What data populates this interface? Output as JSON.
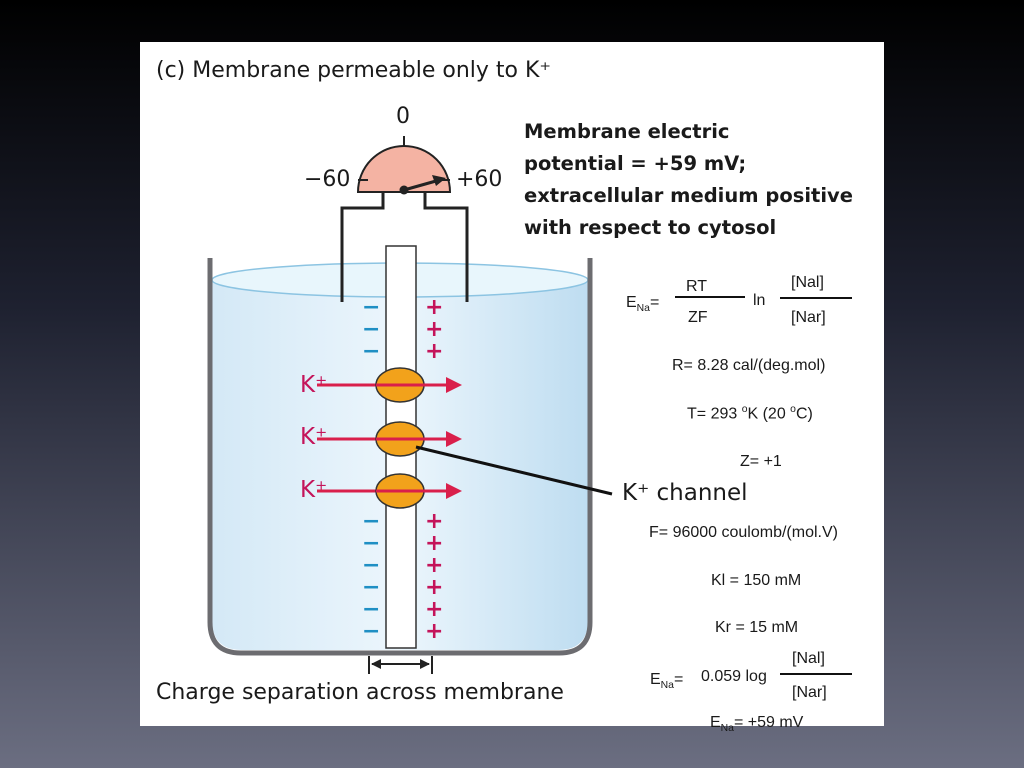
{
  "panel": {
    "title": "(c)  Membrane permeable only to K⁺",
    "caption": "Charge separation across membrane"
  },
  "meter": {
    "zero": "0",
    "minus": "−60",
    "plus": "+60"
  },
  "potential_note": {
    "line1": "Membrane electric",
    "line2": "potential = +59 mV;",
    "line3": "extracellular medium positive",
    "line4": "with respect to cytosol"
  },
  "ions": {
    "label": "K⁺",
    "channel_label": "K⁺ channel"
  },
  "charges": {
    "minus": "−",
    "plus": "+"
  },
  "equations": {
    "nernst": {
      "lhs": "E",
      "lhs_sub": "Na",
      "equals": "=",
      "numerator": "RT",
      "denominator": "ZF",
      "ln": "ln",
      "ratio_top": "[Nal]",
      "ratio_bottom": "[Nar]"
    },
    "R": "R= 8.28 cal/(deg.mol)",
    "T_prefix": "T= 293 ",
    "T_sup1": "o",
    "T_mid": "K (20 ",
    "T_sup2": "o",
    "T_suffix": "C)",
    "Z": "Z= +1",
    "F": "F= 96000 coulomb/(mol.V)",
    "Kl": "Kl = 150 mM",
    "Kr": "Kr = 15 mM",
    "log_eq": {
      "lhs": "E",
      "lhs_sub": "Na",
      "equals": "=",
      "coeff": "0.059 log",
      "top": "[Nal]",
      "bottom": "[Nar]"
    },
    "result": {
      "lhs": "E",
      "lhs_sub": "Na",
      "rest": "= +59 mV"
    }
  },
  "colors": {
    "ion_text": "#c4145a",
    "minus": "#1f8fc4",
    "channel": "#f2a21b",
    "meter_face": "#f4b3a3",
    "beaker_water": "#d6ebf7"
  }
}
